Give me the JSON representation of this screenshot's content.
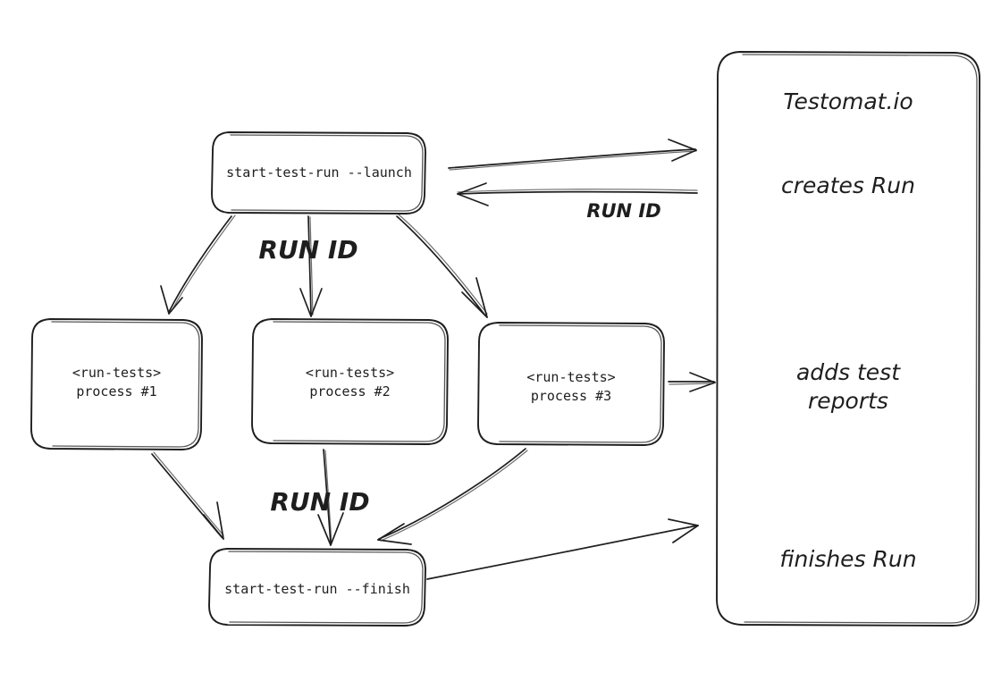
{
  "diagram": {
    "title_node": "Testomat.io",
    "background": "#ffffff",
    "stroke_color": "#1e1e1e",
    "style": "hand-drawn whiteboard sketch"
  },
  "nodes": {
    "launch": {
      "label": "start-test-run --launch",
      "shape": "rounded-rectangle"
    },
    "process1": {
      "line1": "<run-tests>",
      "line2": "process #1",
      "shape": "rounded-rectangle"
    },
    "process2": {
      "line1": "<run-tests>",
      "line2": "process #2",
      "shape": "rounded-rectangle"
    },
    "process3": {
      "line1": "<run-tests>",
      "line2": "process #3",
      "shape": "rounded-rectangle"
    },
    "finish": {
      "label": "start-test-run --finish",
      "shape": "rounded-rectangle"
    }
  },
  "service_panel": {
    "name": "Testomat.io",
    "entries": [
      {
        "key": "title",
        "text": "Testomat.io"
      },
      {
        "key": "creates_run",
        "text": "creates Run"
      },
      {
        "key": "adds_test_reports",
        "text": "adds test\nreports"
      },
      {
        "key": "finishes_run",
        "text": "finishes Run"
      }
    ]
  },
  "edge_labels": {
    "run_id_return": "RUN ID",
    "run_id_fanout": "RUN ID",
    "run_id_fanin": "RUN ID"
  },
  "edges": [
    {
      "from": "launch",
      "to": "service-panel",
      "label": "",
      "direction": "right"
    },
    {
      "from": "service-panel",
      "to": "launch",
      "label": "RUN ID",
      "direction": "left"
    },
    {
      "from": "launch",
      "to": "process1",
      "label": "RUN ID",
      "direction": "down-left"
    },
    {
      "from": "launch",
      "to": "process2",
      "label": "RUN ID",
      "direction": "down"
    },
    {
      "from": "launch",
      "to": "process3",
      "label": "RUN ID",
      "direction": "down-right"
    },
    {
      "from": "process3",
      "to": "service-panel",
      "label": "",
      "direction": "right"
    },
    {
      "from": "process1",
      "to": "finish",
      "label": "RUN ID",
      "direction": "down-right"
    },
    {
      "from": "process2",
      "to": "finish",
      "label": "RUN ID",
      "direction": "down"
    },
    {
      "from": "process3",
      "to": "finish",
      "label": "RUN ID",
      "direction": "down-left"
    },
    {
      "from": "finish",
      "to": "service-panel",
      "label": "",
      "direction": "up-right"
    }
  ]
}
